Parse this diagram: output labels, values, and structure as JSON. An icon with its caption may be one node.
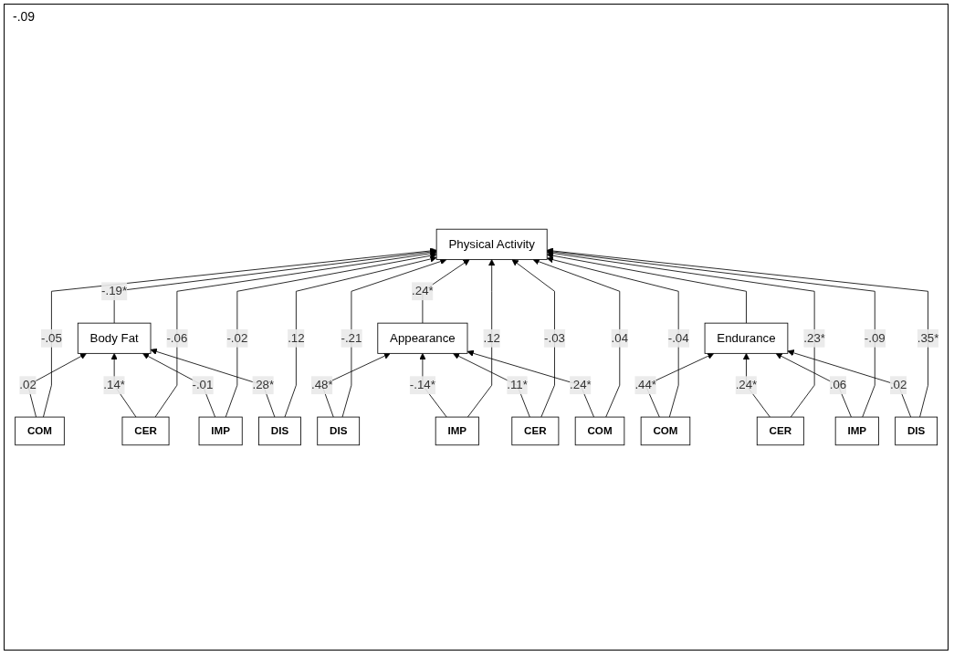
{
  "diagram": {
    "nodes": [
      {
        "text": [
          "Physical Activity"
        ]
      },
      {
        "text": [
          "Body Fat"
        ]
      },
      {
        "text": [
          "Appearance"
        ]
      },
      {
        "text": [
          "COM"
        ]
      },
      {
        "text": [
          "CER"
        ]
      },
      {
        "text": [
          "IMP"
        ]
      },
      {
        "text": [
          "DIS"
        ]
      },
      {
        "text": [
          "DIS"
        ]
      },
      {
        "text": [
          "IMP"
        ]
      },
      {
        "text": [
          "CER"
        ]
      },
      {
        "text": [
          "COM"
        ]
      },
      {
        "text": [
          "Endurance"
        ]
      },
      {
        "text": [
          "COM"
        ]
      },
      {
        "text": [
          "CER"
        ]
      },
      {
        "text": [
          "IMP"
        ]
      },
      {
        "text": [
          "DIS"
        ]
      }
    ],
    "edges": [
      {
        "from": 1,
        "to": 0,
        "arrow": "to",
        "label": "-.19*"
      },
      {
        "from": 2,
        "to": 0,
        "arrow": "to",
        "label": ".24*"
      },
      {
        "from": 11,
        "to": 0,
        "arrow": "to"
      },
      {
        "from": 3,
        "to": 1,
        "arrow": "to",
        "label": ".02"
      },
      {
        "from": 4,
        "to": 1,
        "arrow": "to",
        "label": ".14*"
      },
      {
        "from": 5,
        "to": 1,
        "arrow": "to",
        "label": "-.01"
      },
      {
        "from": 6,
        "to": 1,
        "arrow": "to",
        "label": ".28*"
      },
      {
        "from": 3,
        "to": 0,
        "arrow": "to",
        "label": "-.05"
      },
      {
        "from": 4,
        "to": 0,
        "arrow": "to",
        "label": "-.06"
      },
      {
        "from": 5,
        "to": 0,
        "arrow": "to",
        "label": "-.02"
      },
      {
        "from": 6,
        "to": 0,
        "arrow": "to",
        "label": ".12"
      },
      {
        "from": 7,
        "to": 2,
        "arrow": "to",
        "label": ".48*"
      },
      {
        "from": 8,
        "to": 2,
        "arrow": "to",
        "label": "-.14*"
      },
      {
        "from": 9,
        "to": 2,
        "arrow": "to",
        "label": ".11*"
      },
      {
        "from": 10,
        "to": 2,
        "arrow": "to",
        "label": ".24*"
      },
      {
        "from": 7,
        "to": 0,
        "arrow": "to",
        "label": "-.21"
      },
      {
        "from": 8,
        "to": 0,
        "arrow": "to",
        "label": ".12"
      },
      {
        "from": 9,
        "to": 0,
        "arrow": "to",
        "label": "-.03"
      },
      {
        "from": 10,
        "to": 0,
        "arrow": "to",
        "label": ".04"
      },
      {
        "from": 12,
        "to": 11,
        "arrow": "to",
        "label": ".44*"
      },
      {
        "from": 13,
        "to": 11,
        "arrow": "to",
        "label": ".24*"
      },
      {
        "from": 14,
        "to": 11,
        "arrow": "to",
        "label": ".06"
      },
      {
        "from": 15,
        "to": 11,
        "arrow": "to",
        "label": ".02"
      },
      {
        "from": 12,
        "to": 0,
        "arrow": "to",
        "label": "-.04"
      },
      {
        "from": 13,
        "to": 0,
        "arrow": "to",
        "label": ".23*"
      },
      {
        "from": 14,
        "to": 0,
        "arrow": "to",
        "label": "-.09"
      },
      {
        "from": 15,
        "to": 0,
        "arrow": "to",
        "label": ".35*"
      }
    ],
    "labels": [
      "-.09"
    ]
  }
}
